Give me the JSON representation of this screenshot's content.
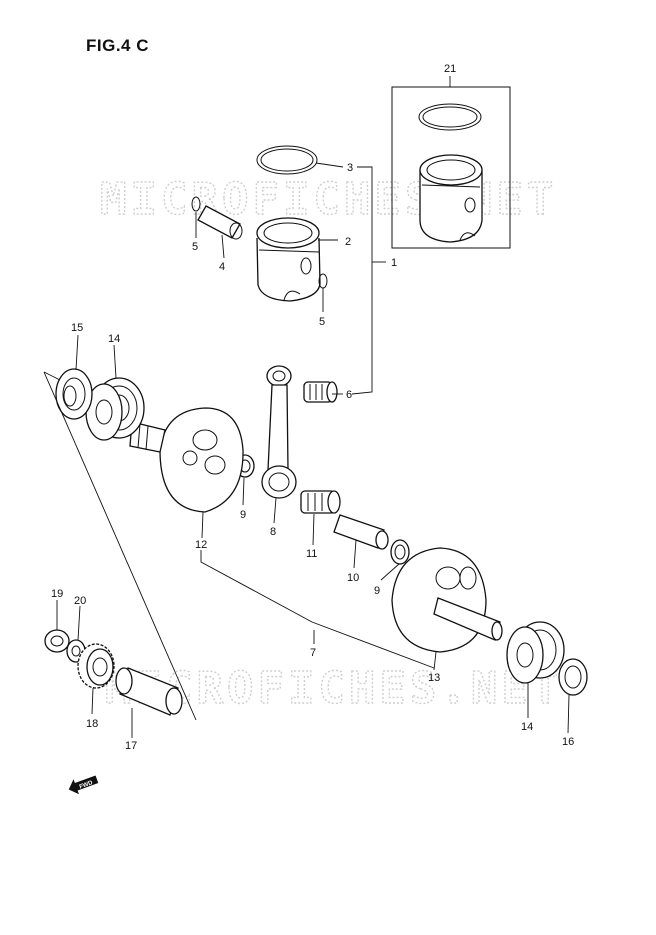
{
  "figure": {
    "title": "FIG.4 C",
    "watermark": "MICROFICHES.NET",
    "fwd_label": "FWD"
  },
  "callouts": [
    {
      "id": "c21",
      "text": "21"
    },
    {
      "id": "c3",
      "text": "3"
    },
    {
      "id": "c2",
      "text": "2"
    },
    {
      "id": "c1",
      "text": "1"
    },
    {
      "id": "c5a",
      "text": "5"
    },
    {
      "id": "c4",
      "text": "4"
    },
    {
      "id": "c5b",
      "text": "5"
    },
    {
      "id": "c15",
      "text": "15"
    },
    {
      "id": "c14a",
      "text": "14"
    },
    {
      "id": "c6",
      "text": "6"
    },
    {
      "id": "c9a",
      "text": "9"
    },
    {
      "id": "c8",
      "text": "8"
    },
    {
      "id": "c12",
      "text": "12"
    },
    {
      "id": "c11",
      "text": "11"
    },
    {
      "id": "c10",
      "text": "10"
    },
    {
      "id": "c9b",
      "text": "9"
    },
    {
      "id": "c19",
      "text": "19"
    },
    {
      "id": "c20",
      "text": "20"
    },
    {
      "id": "c7",
      "text": "7"
    },
    {
      "id": "c13",
      "text": "13"
    },
    {
      "id": "c18",
      "text": "18"
    },
    {
      "id": "c17",
      "text": "17"
    },
    {
      "id": "c14b",
      "text": "14"
    },
    {
      "id": "c16",
      "text": "16"
    }
  ]
}
